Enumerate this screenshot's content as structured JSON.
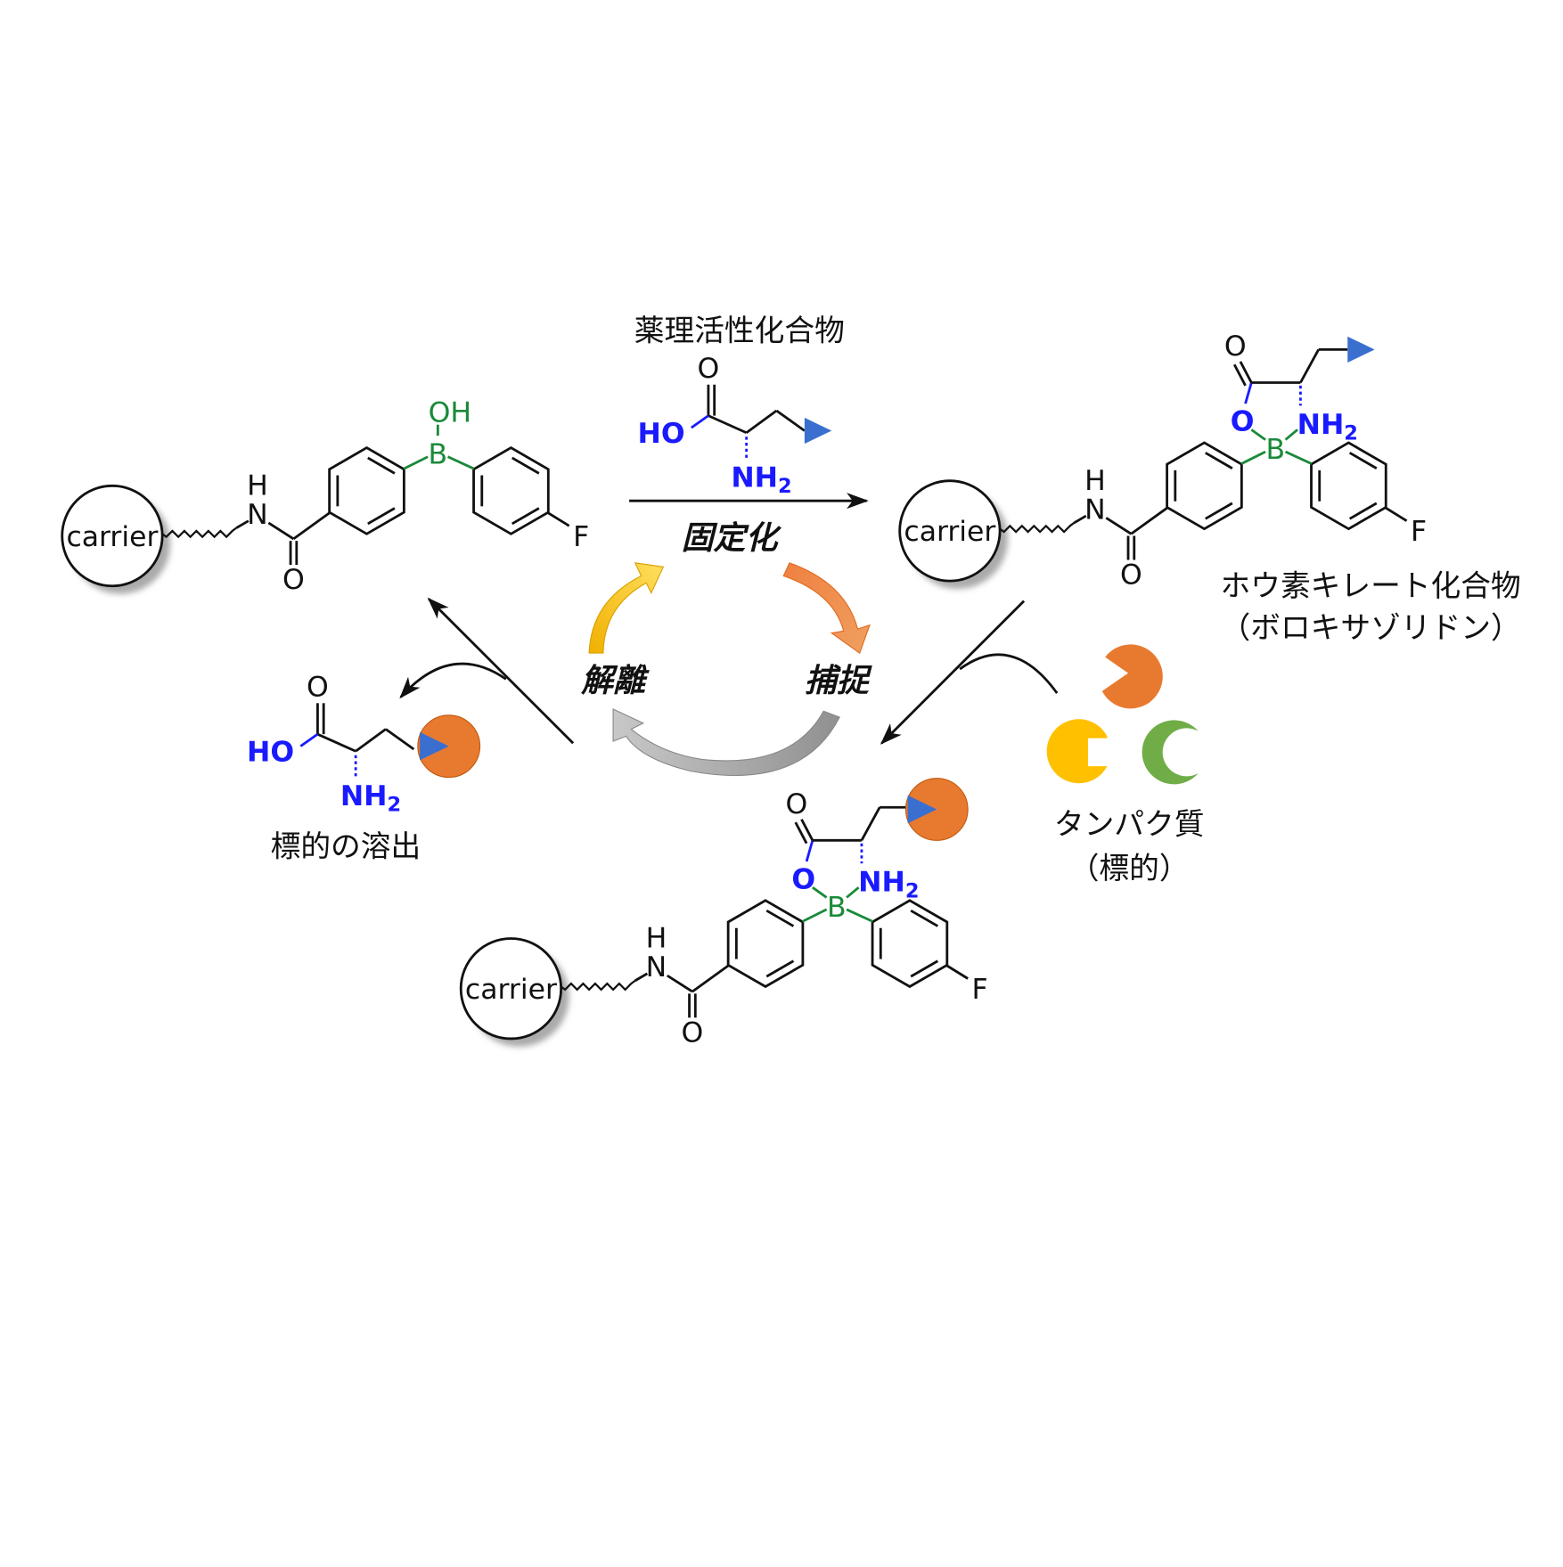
{
  "title_compound": "薬理活性化合物",
  "step_immobilize": "固定化",
  "step_capture": "捕捉",
  "step_release": "解離",
  "label_chelate": "ホウ素キレート化合物",
  "label_chelate_sub": "（ボロキサゾリドン）",
  "label_elution": "標的の溶出",
  "label_protein": "タンパク質",
  "label_protein_sub": "（標的）",
  "atoms": {
    "carrier": "carrier",
    "N": "N",
    "H": "H",
    "O": "O",
    "B": "B",
    "OH": "OH",
    "F": "F",
    "HO": "HO",
    "NH2": "NH",
    "sub2": "2"
  },
  "colors": {
    "boron": "#1a8a3a",
    "hetero": "#1a1aff",
    "target": "#e87a30",
    "ligand": "#3a6fd0",
    "yellow": "#ffc000",
    "green": "#70ad47",
    "gray": "#aaaaaa"
  }
}
